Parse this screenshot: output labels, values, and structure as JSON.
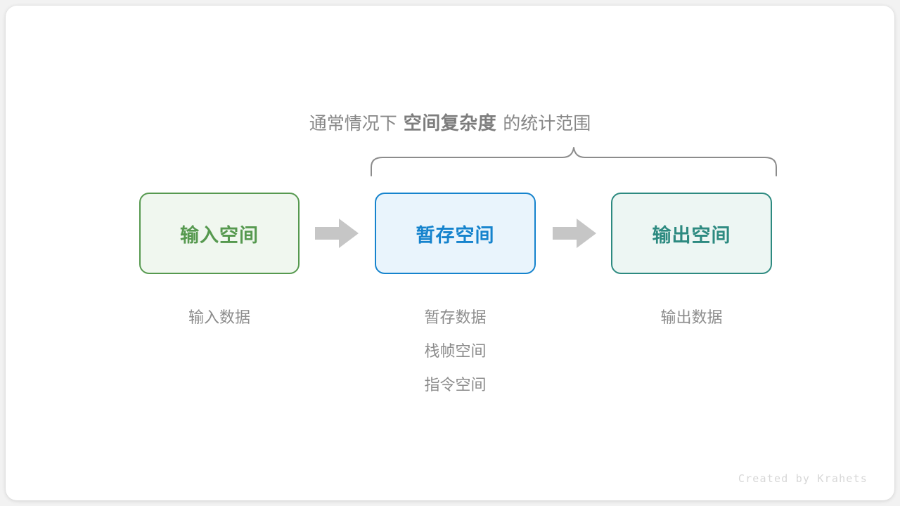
{
  "canvas": {
    "background": "#f2f2f2",
    "card_background": "#ffffff"
  },
  "caption": {
    "prefix": "通常情况下",
    "emphasis": "空间复杂度",
    "suffix": "的统计范围",
    "color": "#878787"
  },
  "brace": {
    "color": "#8c8c8c",
    "spans_labels": [
      "暂存空间",
      "输出空间"
    ]
  },
  "flow": {
    "boxes": [
      {
        "id": "input",
        "label": "输入空间",
        "border_color": "#56994f",
        "fill_color": "#f0f7ef",
        "text_color": "#56994f",
        "notes": [
          "输入数据"
        ]
      },
      {
        "id": "temp",
        "label": "暂存空间",
        "border_color": "#1583cd",
        "fill_color": "#e9f4fc",
        "text_color": "#1583cd",
        "notes": [
          "暂存数据",
          "栈帧空间",
          "指令空间"
        ]
      },
      {
        "id": "output",
        "label": "输出空间",
        "border_color": "#2d8a80",
        "fill_color": "#edf6f3",
        "text_color": "#2d8a80",
        "notes": [
          "输出数据"
        ]
      }
    ],
    "arrows": [
      {
        "id": "arrow-1",
        "direction": "right",
        "color": "#c6c6c6"
      },
      {
        "id": "arrow-2",
        "direction": "right",
        "color": "#c6c6c6"
      }
    ]
  },
  "watermark": {
    "text": "Created by Krahets",
    "color": "#d7d7d7"
  }
}
